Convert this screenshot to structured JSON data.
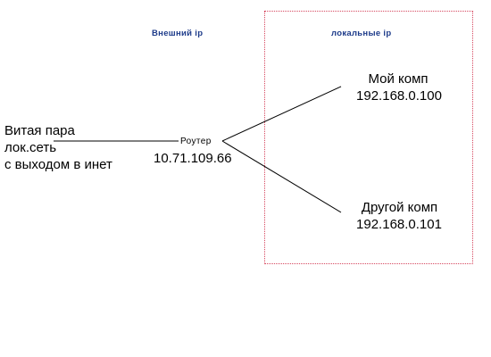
{
  "zones": {
    "external_label": "Внешний ip",
    "local_label": "локальные ip"
  },
  "source": {
    "line1": "Витая пара",
    "line2": "лок.сеть",
    "line3": "с выходом в инет"
  },
  "router": {
    "name": "Роутер",
    "ip": "10.71.109.66"
  },
  "nodes": [
    {
      "name": "Мой комп",
      "ip": "192.168.0.100"
    },
    {
      "name": "Другой комп",
      "ip": "192.168.0.101"
    }
  ],
  "colors": {
    "zone_border": "#d6475f",
    "zone_header_text": "#1d3b8a",
    "lines": "#000000"
  }
}
